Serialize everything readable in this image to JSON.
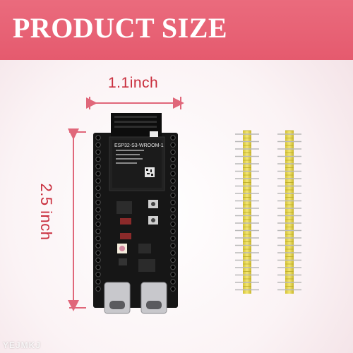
{
  "banner": {
    "title": "PRODUCT SIZE"
  },
  "dimensions": {
    "width": "1.1inch",
    "height": "2.5 inch"
  },
  "module": {
    "label": "ESP32-S3-WROOM-1"
  },
  "watermark": "YEJMKJ",
  "colors": {
    "banner": "#e55a6e",
    "arrow": "#e0677a",
    "board": "#161616",
    "header_pin": "#e8d84a"
  }
}
